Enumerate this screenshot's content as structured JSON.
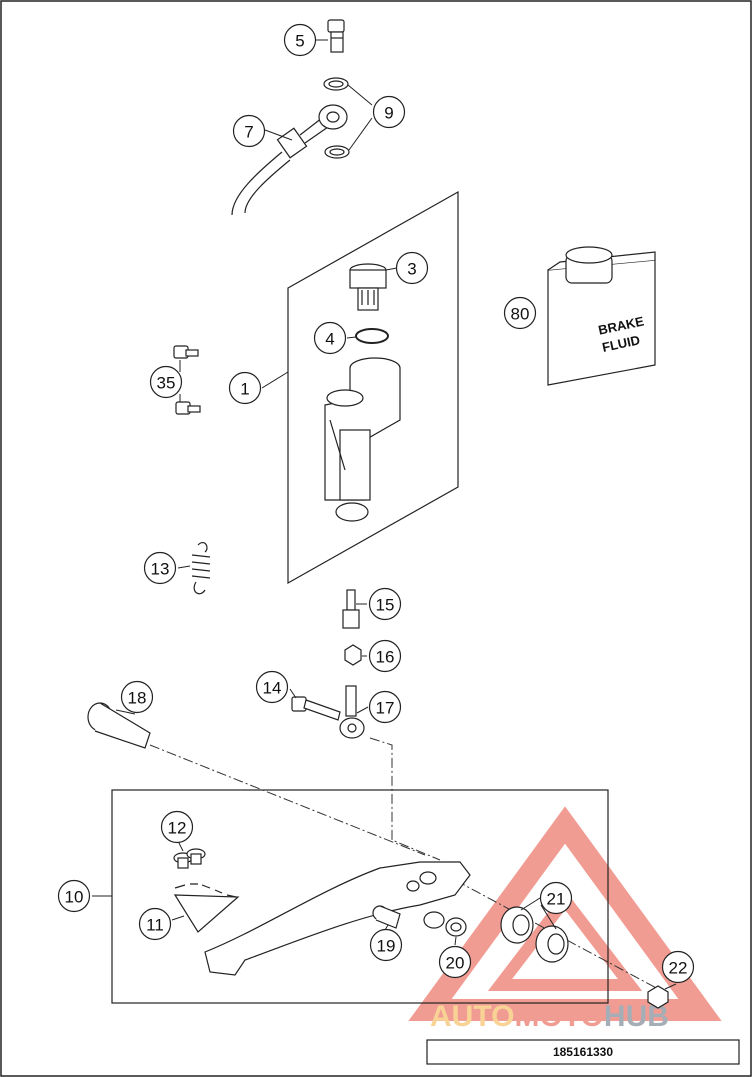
{
  "diagram": {
    "callouts": [
      {
        "label": "5"
      },
      {
        "label": "9"
      },
      {
        "label": "7"
      },
      {
        "label": "3"
      },
      {
        "label": "4"
      },
      {
        "label": "1"
      },
      {
        "label": "35"
      },
      {
        "label": "80"
      },
      {
        "label": "13"
      },
      {
        "label": "15"
      },
      {
        "label": "16"
      },
      {
        "label": "14"
      },
      {
        "label": "17"
      },
      {
        "label": "18"
      },
      {
        "label": "12"
      },
      {
        "label": "10"
      },
      {
        "label": "11"
      },
      {
        "label": "19"
      },
      {
        "label": "20"
      },
      {
        "label": "21"
      },
      {
        "label": "22"
      }
    ],
    "brake_fluid_label_line1": "BRAKE",
    "brake_fluid_label_line2": "FLUID",
    "part_number": "185161330"
  },
  "watermark": {
    "word_part1": "AUTO",
    "word_part2": "MOTO",
    "word_part3": "HUB",
    "color_orange": "#f5b041",
    "color_red": "#e74c3c",
    "color_gray": "#5d6d7e"
  }
}
